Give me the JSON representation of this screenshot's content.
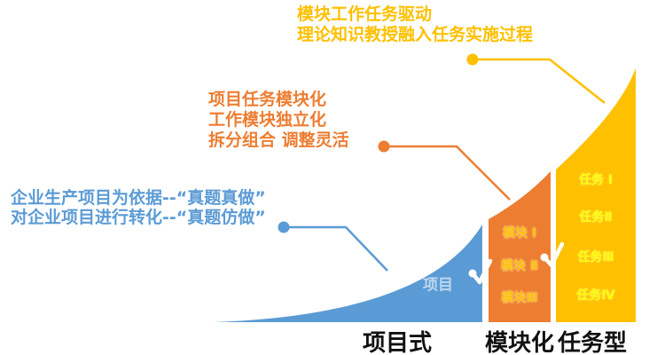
{
  "annotations": {
    "top": {
      "lines": [
        "模块工作任务驱动",
        "理论知识教授融入任务实施过程"
      ],
      "color": "#FFC000"
    },
    "middle": {
      "lines": [
        "项目任务模块化",
        "工作模块独立化",
        "拆分组合 调整灵活"
      ],
      "color": "#ED7D31"
    },
    "left": {
      "lines": [
        "企业生产项目为依据--“真题真做”",
        "对企业项目进行转化--“真题仿做”"
      ],
      "color": "#5B9BD5"
    }
  },
  "segments": [
    {
      "name": "项目式",
      "fill": "#5B9BD5",
      "inner_label": "项目",
      "inner_label_color": "#BDD7EE",
      "items": []
    },
    {
      "name": "模块化",
      "fill": "#ED7D31",
      "item_color": "#FFC000",
      "items": [
        "模块 Ⅰ",
        "模块 Ⅱ",
        "模块Ⅲ"
      ]
    },
    {
      "name": "任务型",
      "fill": "#FFC000",
      "item_color": "#FFFF00",
      "items": [
        "任务 Ⅰ",
        "任务Ⅱ",
        "任务Ⅲ",
        "任务Ⅳ"
      ]
    }
  ],
  "connector_color": "#FFFFFF"
}
